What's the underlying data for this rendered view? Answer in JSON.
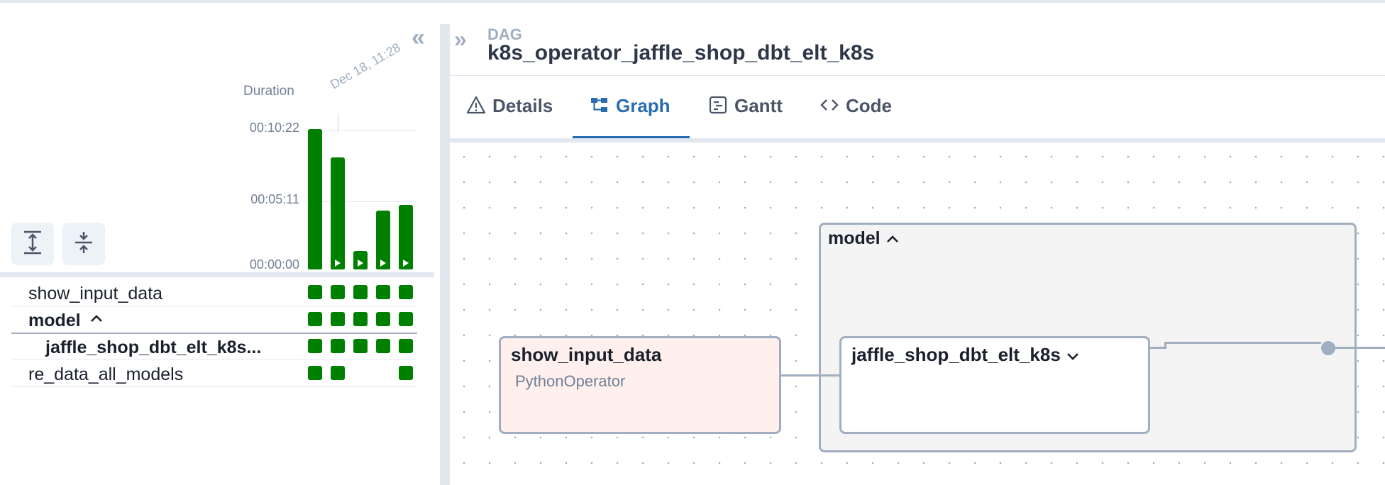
{
  "grid": {
    "duration_label": "Duration",
    "date_marker": "Dec 18, 11:28",
    "y_ticks": [
      "00:10:22",
      "00:05:11",
      "00:00:00"
    ],
    "expand_all_tooltip": "Expand all",
    "collapse_all_tooltip": "Collapse all",
    "success_color": "#008000",
    "runs": [
      {
        "duration_fraction": 1.0,
        "icon": ""
      },
      {
        "duration_fraction": 0.8,
        "icon": "play-icon"
      },
      {
        "duration_fraction": 0.13,
        "icon": "play-icon"
      },
      {
        "duration_fraction": 0.42,
        "icon": "play-icon"
      },
      {
        "duration_fraction": 0.46,
        "icon": "play-icon"
      }
    ],
    "tasks": [
      {
        "name": "show_input_data",
        "states": [
          "success",
          "success",
          "success",
          "success",
          "success"
        ]
      },
      {
        "name": "model",
        "is_group": true,
        "states": [
          "success",
          "success",
          "success",
          "success",
          "success"
        ]
      },
      {
        "name": "jaffle_shop_dbt_elt_k8s...",
        "states": [
          "success",
          "success",
          "success",
          "success",
          "success"
        ]
      },
      {
        "name": "re_data_all_models",
        "states": [
          "success",
          "success",
          "",
          "",
          "success"
        ]
      }
    ]
  },
  "header": {
    "crumb_label": "DAG",
    "dag_id": "k8s_operator_jaffle_shop_dbt_elt_k8s"
  },
  "tabs": [
    {
      "label": "Details",
      "icon": "warning-triangle-icon",
      "active": false
    },
    {
      "label": "Graph",
      "icon": "graph-icon",
      "active": true
    },
    {
      "label": "Gantt",
      "icon": "gantt-icon",
      "active": false
    },
    {
      "label": "Code",
      "icon": "code-icon",
      "active": false
    }
  ],
  "graph": {
    "group": {
      "label": "model",
      "expanded": true
    },
    "nodes": [
      {
        "label": "show_input_data",
        "operator": "PythonOperator",
        "color": "#fff0ed"
      },
      {
        "label": "jaffle_shop_dbt_elt_k8s",
        "operator": "",
        "collapsed_group": true
      }
    ]
  }
}
